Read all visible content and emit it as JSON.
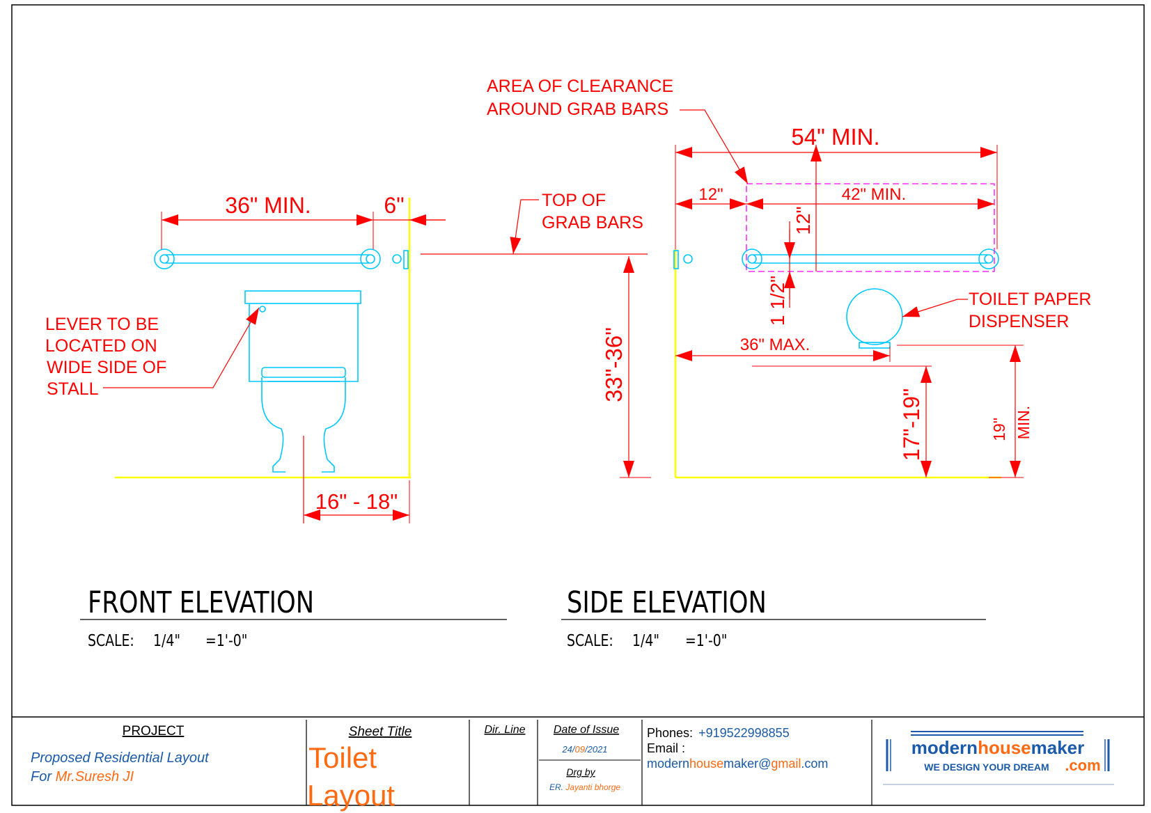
{
  "colors": {
    "dimension": "#ff0000",
    "fixture": "#00c8ff",
    "wall": "#ffff00",
    "clearance": "#ff00ff",
    "frame": "#000000",
    "accent_orange": "#ff6a13",
    "accent_blue": "#1a5aa8"
  },
  "front": {
    "dim_36_min": "36\" MIN.",
    "dim_6": "6\"",
    "dim_16_18": "16\" - 18\"",
    "lever_note": [
      "LEVER TO BE",
      "LOCATED  ON",
      "WIDE SIDE OF",
      "STALL"
    ],
    "title": "FRONT ELEVATION",
    "scale": {
      "label": "SCALE:",
      "value": "1/4\"",
      "equals": "=1'-0\""
    }
  },
  "middle": {
    "top_of_grab_bars": [
      "TOP OF",
      "GRAB  BARS"
    ],
    "dim_33_36": "33\"-36\""
  },
  "side": {
    "clearance_note": [
      "AREA OF CLEARANCE",
      "AROUND GRAB BARS"
    ],
    "dim_54_min": "54\" MIN.",
    "dim_12_h": "12\"",
    "dim_42_min": "42\" MIN.",
    "dim_12_v": "12\"",
    "dim_1_half": "1 1/2\"",
    "dim_36_max": "36\" MAX.",
    "dim_17_19": "17\"-19\"",
    "dim_19_min": [
      "19\"",
      "MIN."
    ],
    "dispenser_note": [
      "TOILET PAPER",
      "DISPENSER"
    ],
    "title": "SIDE ELEVATION",
    "scale": {
      "label": "SCALE:",
      "value": "1/4\"",
      "equals": "=1'-0\""
    }
  },
  "title_block": {
    "project_label": "PROJECT",
    "project_line1": "Proposed Residential Layout",
    "project_for": "For ",
    "project_client": "Mr.Suresh JI",
    "sheet_title_label": "Sheet Title",
    "sheet_title": [
      "Toilet",
      "Layout"
    ],
    "dir_line_label": "Dir. Line",
    "date_label": "Date of Issue",
    "date": {
      "day": "24/",
      "month": "09",
      "year": "/2021"
    },
    "drg_label": "Drg by",
    "drg_prefix": "ER. ",
    "drg_name": "Jayanti bhorge",
    "phones_label": "Phones:",
    "phone": "+919522998855",
    "email_label": "Email :",
    "email_parts": [
      "modern",
      "house",
      "maker@",
      "gmail",
      ".com"
    ],
    "logo_parts": [
      "modern",
      "house",
      "maker",
      ".com"
    ],
    "logo_tagline": "WE DESIGN YOUR DREAM"
  }
}
